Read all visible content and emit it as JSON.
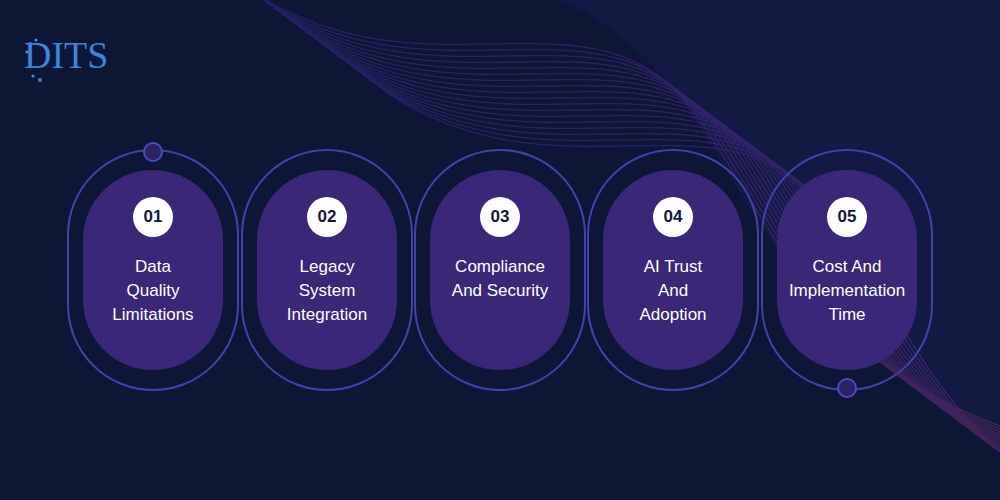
{
  "diagram": {
    "nodes": [
      {
        "text": [
          "01",
          "Data Quality Limitations"
        ]
      },
      {
        "text": [
          "02",
          "Legacy System Integration"
        ]
      },
      {
        "text": [
          "03",
          "Compliance And Security"
        ]
      },
      {
        "text": [
          "04",
          "AI Trust And Adoption"
        ]
      },
      {
        "text": [
          "05",
          "Cost And Implementation Time"
        ]
      }
    ],
    "labels": [
      "DITS"
    ]
  }
}
